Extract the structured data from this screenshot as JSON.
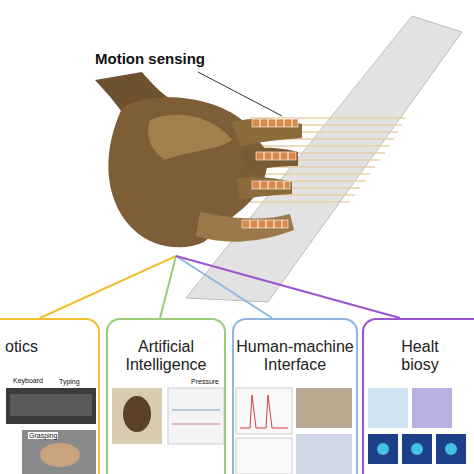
{
  "diagram": {
    "nodes": [
      {
        "text": [
          "otics"
        ]
      },
      {
        "text": [
          "Artificial Intelligence"
        ]
      },
      {
        "text": [
          "Human-machine Interface"
        ]
      },
      {
        "text": [
          "Healt biosy"
        ]
      }
    ],
    "edges": [],
    "labels": [
      "Motion sensing",
      "Typing",
      "Keyboard",
      "Grasping",
      "Pressure"
    ]
  }
}
